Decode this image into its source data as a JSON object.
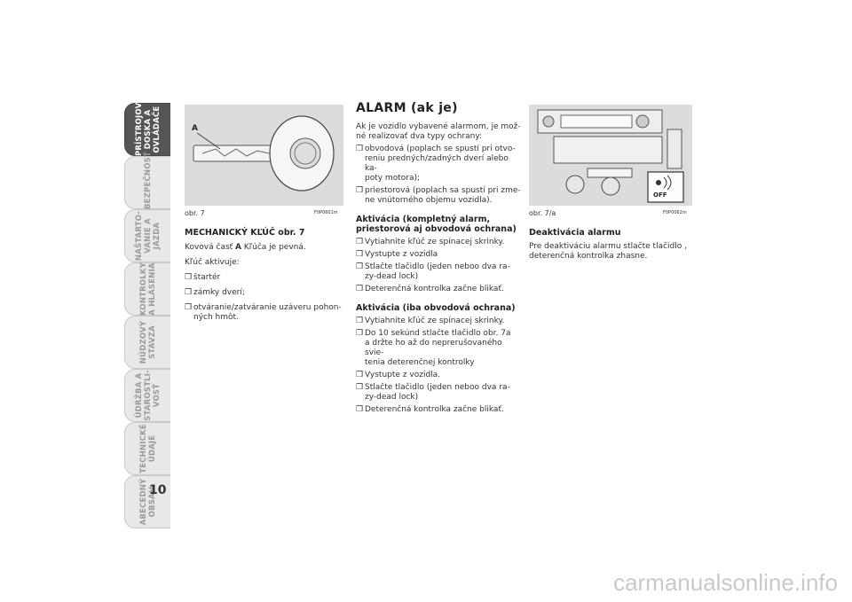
{
  "tabs": [
    {
      "label": "PRÍSTROJOVÁ\nDOSKA A\nOVLÁDAČE",
      "active": true
    },
    {
      "label": "BEZPEČNOSŤ",
      "active": false
    },
    {
      "label": "NAŠTARTO-\nVANIE A\nJAZDA",
      "active": false
    },
    {
      "label": "KONTROLKY\nA HLÁSENIA",
      "active": false
    },
    {
      "label": "NÚDZOVÝ\nSTAVZA",
      "active": false
    },
    {
      "label": "ÚDRŽBA A\nSTAROSTLI-\nVOSŤ",
      "active": false
    },
    {
      "label": "TECHNICKÉ\nÚDAJE",
      "active": false
    },
    {
      "label": "ABECEDNÝ\nOBSAH",
      "active": false
    }
  ],
  "page_number": "10",
  "figure7": {
    "caption": "obr. 7",
    "code": "F0P0601m",
    "label_A": "A"
  },
  "figure7a": {
    "caption": "obr. 7/a",
    "code": "F0P0062m",
    "off_label": "OFF"
  },
  "left_column": {
    "heading": "MECHANICKÝ KĽÚČ obr. 7",
    "intro_prefix": "Kovová časť ",
    "intro_bold": "A",
    "intro_suffix": " Kľúča je pevná.",
    "activates": "Kľúč aktivuje:",
    "items": [
      "štartér",
      "zámky dverí;",
      "otváranie/zatváranie uzáveru pohon-\nných hmôt."
    ]
  },
  "middle_column": {
    "title": "ALARM (ak je)",
    "intro": "Ak je vozidlo vybavené alarmom, je mož-\nné realizovať dva typy ochrany:",
    "types": [
      "obvodová (poplach se spustí pri otvo-\nreniu predných/zadných dverí alebo ka-\npoty motora);",
      "priestorová (poplach sa spustí pri zme-\nne vnútorného objemu vozidla)."
    ],
    "section1_title": "Aktivácia (kompletný alarm,\npriestorová aj obvodová ochrana)",
    "section1_items": [
      "Vytiahnite kľúč ze spínacej skrinky.",
      "Vystupte z vozidla",
      "Stlačte tlačidlo  (jeden neboo dva ra-\nzy-dead lock)",
      "Deterenčná kontrolka začne blikať."
    ],
    "section2_title": "Aktivácia (iba obvodová ochrana)",
    "section2_items": [
      "Vytiahnite kľúč ze spínacej skrinky.",
      "Do 10 sekúnd stlačte tlačidlo  obr. 7a\na držte ho až do neprerušovaného svie-\ntenia deterenčnej kontrolky",
      "Vystupte z vozidla.",
      "Stlačte tlačidlo  (jeden neboo dva ra-\nzy-dead lock)",
      "Deterenčná kontrolka začne blikať."
    ]
  },
  "right_column": {
    "heading": "Deaktivácia alarmu",
    "text": "Pre deaktiváciu alarmu stlačte tlačidlo  ,\ndeterenčná kontrolka zhasne."
  },
  "watermark": "carmanualsonline.info"
}
